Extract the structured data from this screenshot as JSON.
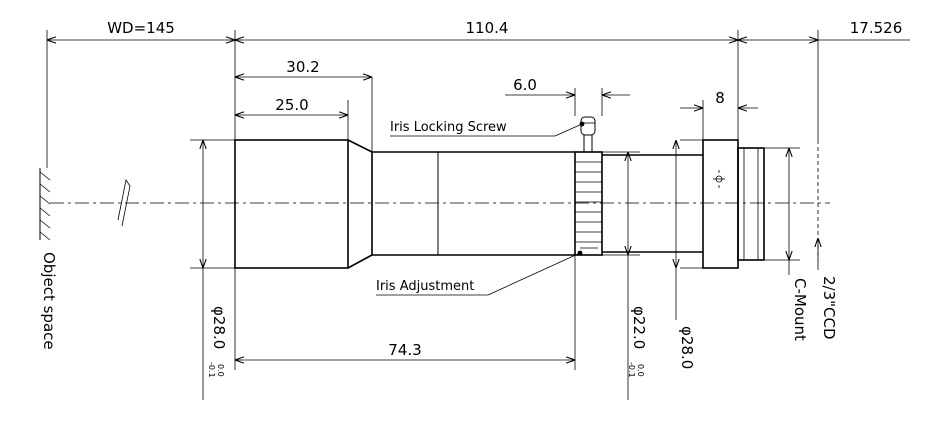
{
  "dimensions": {
    "wd": "WD=145",
    "total_length": "110.4",
    "flange_back": "17.526",
    "front_step": "30.2",
    "front_barrel": "25.0",
    "screw_offset": "6.0",
    "mount_length": "8",
    "iris_position": "74.3",
    "dia_front": "φ28.0",
    "dia_front_tol_upper": "0.0",
    "dia_front_tol_lower": "-0.1",
    "dia_mid": "φ22.0",
    "dia_mid_tol_upper": "0.0",
    "dia_mid_tol_lower": "-0.1",
    "dia_rear": "φ28.0"
  },
  "labels": {
    "iris_locking_screw": "Iris Locking Screw",
    "iris_adjustment": "Iris Adjustment",
    "object_space": "Object space",
    "c_mount": "C-Mount",
    "sensor": "2/3\"CCD"
  }
}
